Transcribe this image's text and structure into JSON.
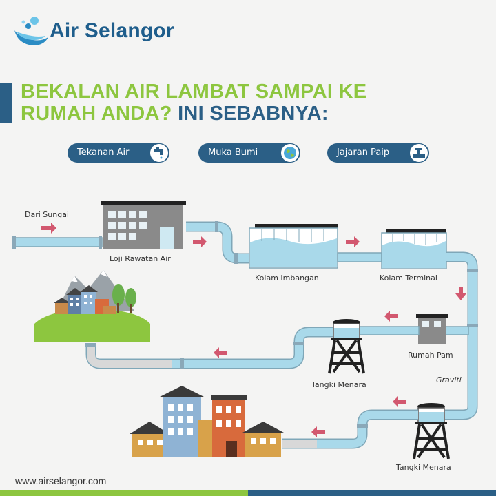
{
  "brand": {
    "name": "Air Selangor"
  },
  "title": {
    "line1": "BEKALAN AIR LAMBAT SAMPAI KE",
    "line2_green": "RUMAH ANDA?",
    "line2_blue": "INI SEBABNYA:"
  },
  "factors": [
    {
      "label": "Tekanan Air",
      "icon": "water-tap-icon"
    },
    {
      "label": "Muka Bumi",
      "icon": "globe-icon"
    },
    {
      "label": "Jajaran Paip",
      "icon": "pipe-valve-icon"
    }
  ],
  "diagram": {
    "source_label": "Dari Sungai",
    "treatment_plant": "Loji Rawatan Air",
    "balancing_pond": "Kolam Imbangan",
    "terminal_pond": "Kolam Terminal",
    "pump_house": "Rumah Pam",
    "tower_tank_1": "Tangki Menara",
    "tower_tank_2": "Tangki Menara",
    "gravity": "Graviti"
  },
  "footer": {
    "website": "www.airselangor.com"
  },
  "colors": {
    "navy": "#2b5f86",
    "green": "#8dc63f",
    "pipe": "#a9d9ea",
    "arrow": "#d2586f"
  }
}
